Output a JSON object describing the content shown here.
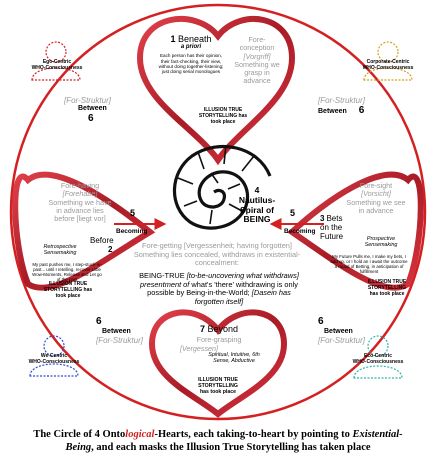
{
  "caption": {
    "part1": "The Circle of 4 Onto",
    "logical": "logical",
    "part2": "-Hearts, each taking-to-heart by pointing to ",
    "existential": "Existential-",
    "being": "Being",
    "part3": ", and each masks the Illusion True Storytelling has taken place"
  },
  "colors": {
    "heart_stroke": "#c0262a",
    "ring_stroke": "#d42020",
    "arrow": "#d42020",
    "ego": "#d42020",
    "corporate": "#d4a017",
    "we": "#2a4fd4",
    "eco": "#2ab8a8"
  },
  "consciousness": {
    "ego": {
      "title": "Ego-Centric",
      "sub": "WHO-Consciousness"
    },
    "corporate": {
      "title": "Corporate-Centric",
      "sub": "WHO-Consciousness"
    },
    "we": {
      "title": "We-Centric",
      "sub": "WHO-Consciousness"
    },
    "eco": {
      "title": "Eco-Centric",
      "sub": "WHO-Consciousness"
    }
  },
  "between": {
    "tl": {
      "for": "[For-Struktur]",
      "word": "Between",
      "num": "6"
    },
    "tr": {
      "for": "[For-Struktur]",
      "word": "Between",
      "num": "6"
    },
    "bl": {
      "num": "6",
      "word": "Between",
      "for": "[For-Struktur]"
    },
    "br": {
      "num": "6",
      "word": "Between",
      "for": "[For-Struktur]"
    }
  },
  "hearts": {
    "top": {
      "num": "1",
      "name": "Beneath",
      "sub": "a priori",
      "body": "Each person has their opinion, their fact-checking, their view, without doing together-listening; just doing serial monologues",
      "illusion": "ILLUSION TRUE STORYTELLING has took place"
    },
    "left": {
      "name": "Before",
      "num": "2",
      "mode": "Retrospective Sensemaking",
      "body": "My past pushes me, I step-stuck-in-past... until I retelling, recover Little Wow-Moments, Release and Let go of the past",
      "illusion": "ILLUSION TRUE STORYTELLING has took place"
    },
    "right": {
      "name": "Bets on the Future",
      "num": "3",
      "mode": "Prospective Sensemaking",
      "body": "My Future Pulls me, I make my bets, I add up, or I hold an I await the outcome a round of Betting, in anticipation of fulfillment",
      "illusion": "ILLUSION TRUE STORYTELLING has took place"
    },
    "bottom": {
      "num": "7",
      "name": "Beyond",
      "desc": "Spiritual, Intuitive, 6th Sense, Abductive",
      "illusion": "ILLUSION TRUE STORYTELLING has took place"
    }
  },
  "gray_text": {
    "foreconception": {
      "line1": "Fore-",
      "line2": "conception",
      "line3": "[Vorgriff]",
      "line4": "Something we",
      "line5": "grasp in",
      "line6": "advance"
    },
    "forehaving": {
      "line1": "Fore-having",
      "line2": "[Forehabe]",
      "line3": "Something we have",
      "line4": "in advance lies",
      "line5": "before [liegt vor]"
    },
    "foresight": {
      "line1": "Fore-sight",
      "line2": "[Vorsicht]",
      "line3": "Something we see",
      "line4": "in advance"
    },
    "foregrasping": {
      "line1": "Fore-grasping",
      "line2": "[Vergessen]"
    }
  },
  "arrows": {
    "left": {
      "num": "5",
      "label": "Becoming"
    },
    "right": {
      "num": "5",
      "label": "Becoming"
    }
  },
  "center": {
    "num": "4",
    "title_line1": "Nautilus-",
    "title_line2": "Spiral of",
    "title_line3": "BEING",
    "forgetting": "Fore-getting [Vergessenheit; having forgotten] Something lies concealed, withdraws in existential-concealment:",
    "being_true": "BEING-TRUE",
    "being_true_gloss": "[to-be-uncovering what withdraws] presentment of",
    "rest": "what's 'there' withdrawing is only possible by Being-in-the-World;",
    "dasein": "[Dasein has forgotten itself]"
  }
}
